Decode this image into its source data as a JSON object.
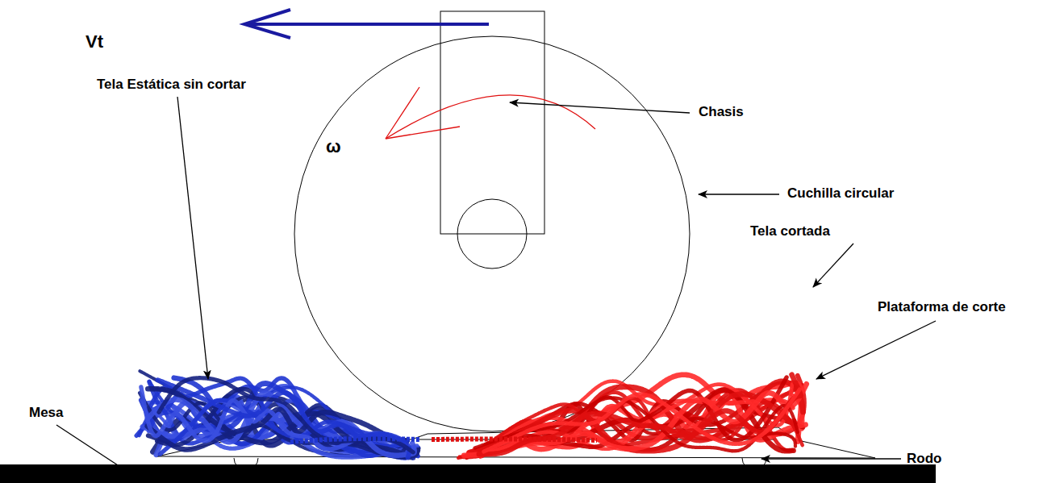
{
  "diagram": {
    "labels": [
      "Vt",
      "ω",
      "Chasis",
      "Cuchilla circular",
      "Tela Estática sin cortar",
      "Tela cortada",
      "Plataforma de corte",
      "Mesa",
      "Rodo"
    ]
  }
}
